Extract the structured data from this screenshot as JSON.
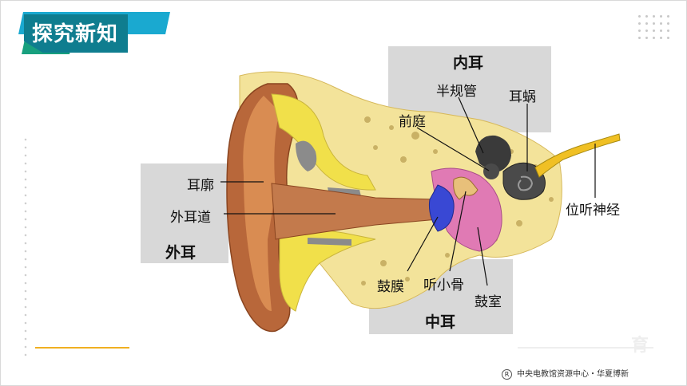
{
  "header": {
    "title": "探究新知"
  },
  "groups": {
    "outer_ear": "外耳",
    "middle_ear": "中耳",
    "inner_ear": "内耳"
  },
  "labels": {
    "auricle": "耳廓",
    "ear_canal": "外耳道",
    "eardrum": "鼓膜",
    "ossicles": "听小骨",
    "tympanic_cavity": "鼓室",
    "semicircular_canals": "半规管",
    "vestibule": "前庭",
    "cochlea": "耳蜗",
    "vestibulocochlear_nerve": "位听神经"
  },
  "footer": {
    "copyright_mark": "R",
    "source": "中央电教馆资源中心・华夏博新"
  },
  "colors": {
    "header_main": "#0f7d8f",
    "header_accent": "#1aa9d0",
    "header_accent2": "#18a07e",
    "group_box": "#d8d8d8",
    "baseline": "#f0b020"
  }
}
